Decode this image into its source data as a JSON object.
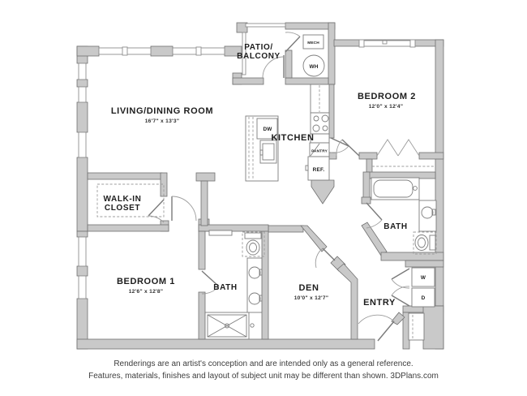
{
  "plan": {
    "rooms": {
      "living": {
        "name": "LIVING/DINING ROOM",
        "dims": "16'7\" x 13'3\""
      },
      "patio": {
        "line1": "PATIO/",
        "line2": "BALCONY"
      },
      "bedroom2": {
        "name": "BEDROOM 2",
        "dims": "12'0\" x 12'4\""
      },
      "kitchen": {
        "name": "KITCHEN"
      },
      "walkin": {
        "line1": "WALK-IN",
        "line2": "CLOSET"
      },
      "bedroom1": {
        "name": "BEDROOM 1",
        "dims": "12'6\" x 12'8\""
      },
      "bath1": {
        "name": "BATH"
      },
      "den": {
        "name": "DEN",
        "dims": "10'0\" x 12'7\""
      },
      "bath2": {
        "name": "BATH"
      },
      "entry": {
        "name": "ENTRY"
      }
    },
    "fixtures": {
      "mech": "MECH",
      "wh": "WH",
      "dw": "DW",
      "pantry": "PANTRY",
      "ref": "REF.",
      "washer": "W",
      "dryer": "D"
    }
  },
  "footer": {
    "line1": "Renderings are an artist's conception and are intended only as a general reference.",
    "line2": "Features, materials, finishes and layout of subject unit may be different than shown. 3DPlans.com"
  },
  "colors": {
    "wall_fill": "#c9c9c9",
    "wall_stroke": "#707070",
    "text": "#1d1d1d"
  }
}
